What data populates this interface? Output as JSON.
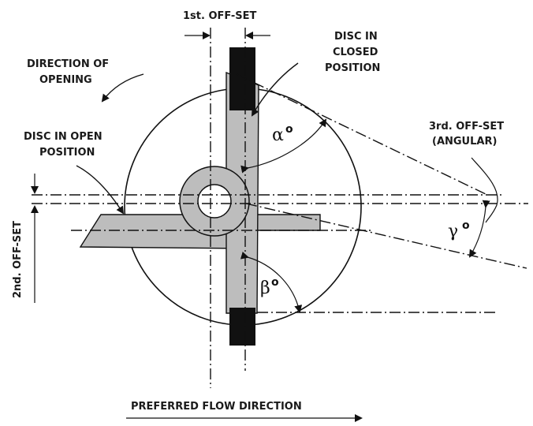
{
  "labels": {
    "first_offset": "1st. OFF-SET",
    "disc_closed": [
      "DISC IN",
      "CLOSED",
      "POSITION"
    ],
    "direction_opening": [
      "DIRECTION OF",
      "OPENING"
    ],
    "disc_open": [
      "DISC IN OPEN",
      "POSITION"
    ],
    "third_offset": [
      "3rd. OFF-SET",
      "(ANGULAR)"
    ],
    "second_offset": "2nd. OFF-SET",
    "flow_direction": "PREFERRED FLOW DIRECTION"
  },
  "angles": {
    "alpha": "α",
    "beta": "β",
    "gamma": "γ",
    "degree_mark": "o"
  }
}
